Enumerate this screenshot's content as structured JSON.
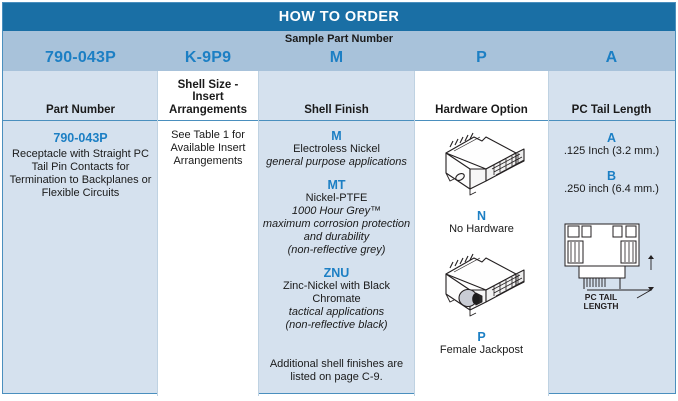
{
  "title": "HOW TO ORDER",
  "sample": {
    "caption": "Sample Part Number",
    "values": [
      "790-043P",
      "K-9P9",
      "M",
      "P",
      "A"
    ]
  },
  "columns": [
    {
      "header": "Part Number"
    },
    {
      "header": "Shell Size -\nInsert\nArrangements"
    },
    {
      "header": "Shell Finish"
    },
    {
      "header": "Hardware Option"
    },
    {
      "header": "PC Tail Length"
    }
  ],
  "part_number": {
    "code": "790-043P",
    "description": "Receptacle with Straight PC Tail Pin Contacts for Termination to Backplanes or Flexible Circuits"
  },
  "shell_size": {
    "note": "See Table 1 for Available Insert Arrangements"
  },
  "shell_finish": {
    "options": [
      {
        "code": "M",
        "name": "Electroless Nickel",
        "notes": [
          "general purpose applications"
        ]
      },
      {
        "code": "MT",
        "name": "Nickel-PTFE",
        "notes": [
          "1000 Hour Grey™",
          "maximum corrosion protection and durability",
          "(non-reflective grey)"
        ]
      },
      {
        "code": "ZNU",
        "name": "Zinc-Nickel with Black Chromate",
        "notes": [
          "tactical applications",
          "(non-reflective black)"
        ]
      }
    ],
    "footnote": "Additional shell finishes are listed on page C-9."
  },
  "hardware_option": {
    "options": [
      {
        "code": "N",
        "label": "No Hardware",
        "icon": "connector-no-hardware-icon"
      },
      {
        "code": "P",
        "label": "Female Jackpost",
        "icon": "connector-female-jackpost-icon"
      }
    ]
  },
  "pc_tail_length": {
    "options": [
      {
        "code": "A",
        "label": ".125 Inch (3.2 mm.)"
      },
      {
        "code": "B",
        "label": ".250 inch (6.4 mm.)"
      }
    ],
    "diagram_label": "PC TAIL\nLENGTH",
    "diagram_icon": "connector-front-view-icon"
  },
  "colors": {
    "title_bar": "#1A6FA5",
    "sample_band": "#A8C2DA",
    "column_tint": "#D5E1EE",
    "accent_blue": "#1C7FC4",
    "border": "#4A8FBE"
  }
}
